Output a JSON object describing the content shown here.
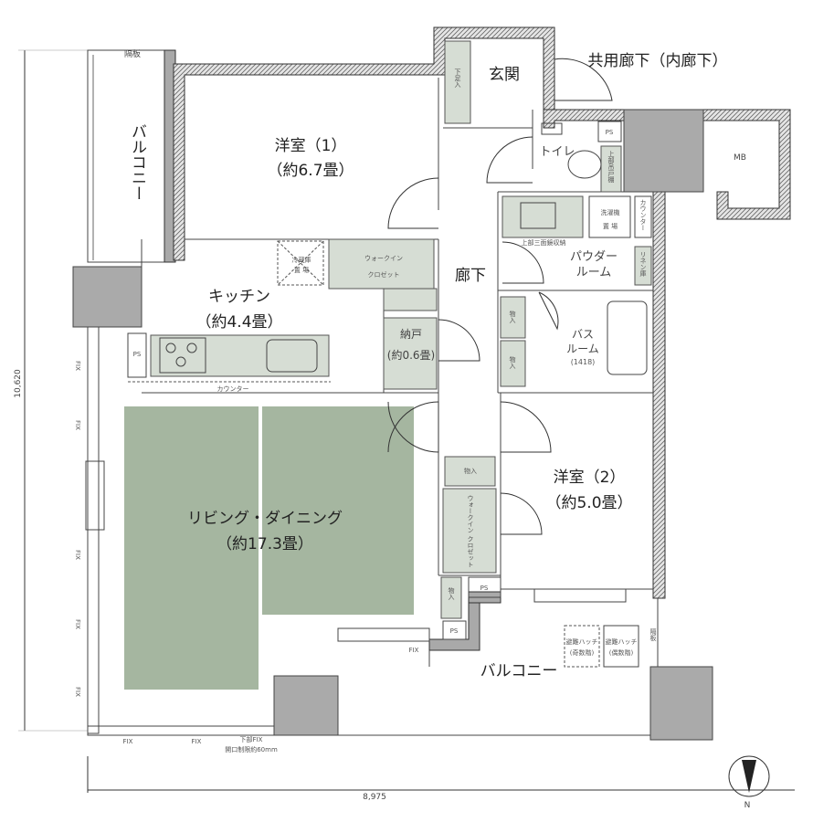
{
  "rooms": {
    "western1": {
      "name": "洋室（1）",
      "size": "（約6.7畳）"
    },
    "kitchen": {
      "name": "キッチン",
      "size": "（約4.4畳）"
    },
    "living": {
      "name": "リビング・ダイニング",
      "size": "（約17.3畳）"
    },
    "western2": {
      "name": "洋室（2）",
      "size": "（約5.0畳）"
    },
    "hallway": "廊下",
    "entrance": "玄関",
    "toilet": "トイレ",
    "powder": [
      "パウダー",
      "ルーム"
    ],
    "bath": [
      "バス",
      "ルーム",
      "(1418)"
    ],
    "storage": {
      "name": "納戸",
      "size": "(約0.6畳)"
    },
    "balcony_bottom": "バルコニー",
    "balcony_left": "バルコニー",
    "common_corridor": "共用廊下（内廊下）",
    "mb": "MB"
  },
  "labels": {
    "ps": "PS",
    "counter_vertical": "カウンター",
    "kitchen_counter": "カウンター",
    "fridge": [
      "冷蔵庫",
      "置 場"
    ],
    "walkin_closet": [
      "ウォークイン",
      "クロゼット"
    ],
    "walkin_closet2": "ウォークイン クロゼット",
    "closet": "物入",
    "shoe": "下足入",
    "upper_cabinet": "上部吊戸棚",
    "washer": [
      "洗濯機",
      "置 場"
    ],
    "mirror_storage": "上部三面鏡収納",
    "linen": "リネン庫",
    "hatch_odd": [
      "避難ハッチ",
      "(奇数階)"
    ],
    "hatch_even": [
      "避難ハッチ",
      "(偶数階)"
    ],
    "partition": "隔板",
    "fix": "FIX",
    "lower_fix": "下部FIX",
    "opening_limit": "開口制限約60mm"
  },
  "dimensions": {
    "height": "10,620",
    "width": "8,975"
  },
  "compass": "N",
  "colors": {
    "floor_green": "#a5b6a0",
    "storage_green": "#d6ddd4",
    "column_gray": "#aaaaaa"
  }
}
